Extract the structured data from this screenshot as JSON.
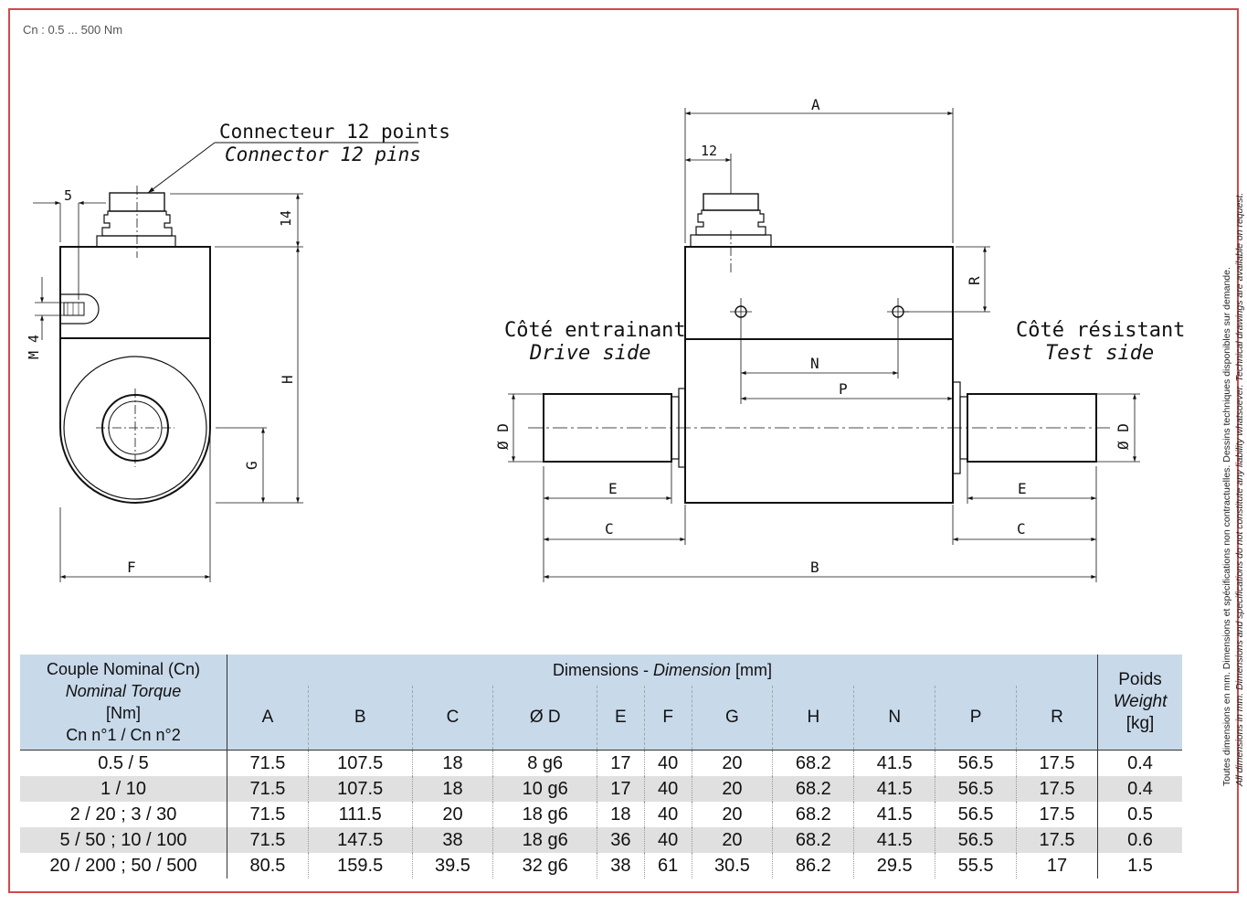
{
  "header": {
    "range": "Cn : 0.5 ... 500 Nm"
  },
  "drawing": {
    "connector_fr": "Connecteur 12 points",
    "connector_en": "Connector 12 pins",
    "drive_fr": "Côté entrainant",
    "drive_en": "Drive side",
    "test_fr": "Côté résistant",
    "test_en": "Test side",
    "dims": {
      "five": "5",
      "fourteen": "14",
      "m4": "M 4",
      "h": "H",
      "g": "G",
      "f": "F",
      "a": "A",
      "twelve": "12",
      "r": "R",
      "n": "N",
      "p": "P",
      "d_left": "Ø D",
      "d_right": "Ø D",
      "e_left": "E",
      "e_right": "E",
      "c_left": "C",
      "c_right": "C",
      "b": "B"
    }
  },
  "side_note": {
    "fr": "Toutes dimensions en mm. Dimensions et spécifications non contractuelles. Dessins techniques disponibles sur demande.",
    "en": "All dimensions in mm. Dimensions and specifications do not constitute any liability whatsoever. Technical drawings are available on request."
  },
  "table": {
    "torque_header": {
      "line1": "Couple Nominal (Cn)",
      "line2": "Nominal Torque",
      "line3": "[Nm]",
      "line4": "Cn n°1 / Cn n°2"
    },
    "dims_header": {
      "fr": "Dimensions",
      "sep": " - ",
      "en": "Dimension",
      "unit": " [mm]"
    },
    "weight_header": {
      "fr": "Poids",
      "en": "Weight",
      "unit": "[kg]"
    },
    "columns": [
      "A",
      "B",
      "C",
      "Ø D",
      "E",
      "F",
      "G",
      "H",
      "N",
      "P",
      "R"
    ],
    "rows": [
      {
        "cn": "0.5 / 5",
        "values": [
          "71.5",
          "107.5",
          "18",
          "8 g6",
          "17",
          "40",
          "20",
          "68.2",
          "41.5",
          "56.5",
          "17.5"
        ],
        "weight": "0.4",
        "shade": false
      },
      {
        "cn": "1 / 10",
        "values": [
          "71.5",
          "107.5",
          "18",
          "10 g6",
          "17",
          "40",
          "20",
          "68.2",
          "41.5",
          "56.5",
          "17.5"
        ],
        "weight": "0.4",
        "shade": true
      },
      {
        "cn": "2 / 20 ; 3 / 30",
        "values": [
          "71.5",
          "111.5",
          "20",
          "18 g6",
          "18",
          "40",
          "20",
          "68.2",
          "41.5",
          "56.5",
          "17.5"
        ],
        "weight": "0.5",
        "shade": false
      },
      {
        "cn": "5 / 50 ; 10 / 100",
        "values": [
          "71.5",
          "147.5",
          "38",
          "18 g6",
          "36",
          "40",
          "20",
          "68.2",
          "41.5",
          "56.5",
          "17.5"
        ],
        "weight": "0.6",
        "shade": true
      },
      {
        "cn": "20 / 200 ; 50 / 500",
        "values": [
          "80.5",
          "159.5",
          "39.5",
          "32 g6",
          "38",
          "61",
          "30.5",
          "86.2",
          "29.5",
          "55.5",
          "17"
        ],
        "weight": "1.5",
        "shade": false
      }
    ]
  }
}
